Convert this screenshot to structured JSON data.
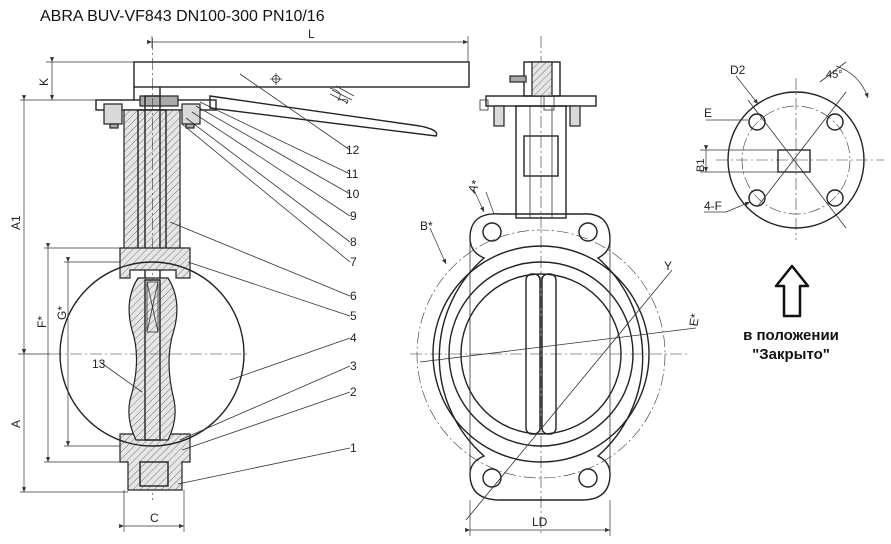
{
  "title": "ABRA BUV-VF843  DN100-300 PN10/16",
  "note": {
    "line1": "в положении",
    "line2": "\"Закрыто\""
  },
  "dimensions": {
    "L": "L",
    "K": "K",
    "A1": "A1",
    "A": "A",
    "F": "F*",
    "G": "G*",
    "C": "C",
    "LD": "LD",
    "A_star": "A*",
    "B_star": "B*",
    "E_star": "E*",
    "Y": "Y",
    "D2": "D2",
    "angle": "45°",
    "E": "E",
    "B1": "B1",
    "holes": "4-F"
  },
  "part_numbers": [
    "1",
    "2",
    "3",
    "4",
    "5",
    "6",
    "7",
    "8",
    "9",
    "10",
    "11",
    "12",
    "13"
  ],
  "icons": {
    "arrow": "up-arrow-outline-icon"
  }
}
